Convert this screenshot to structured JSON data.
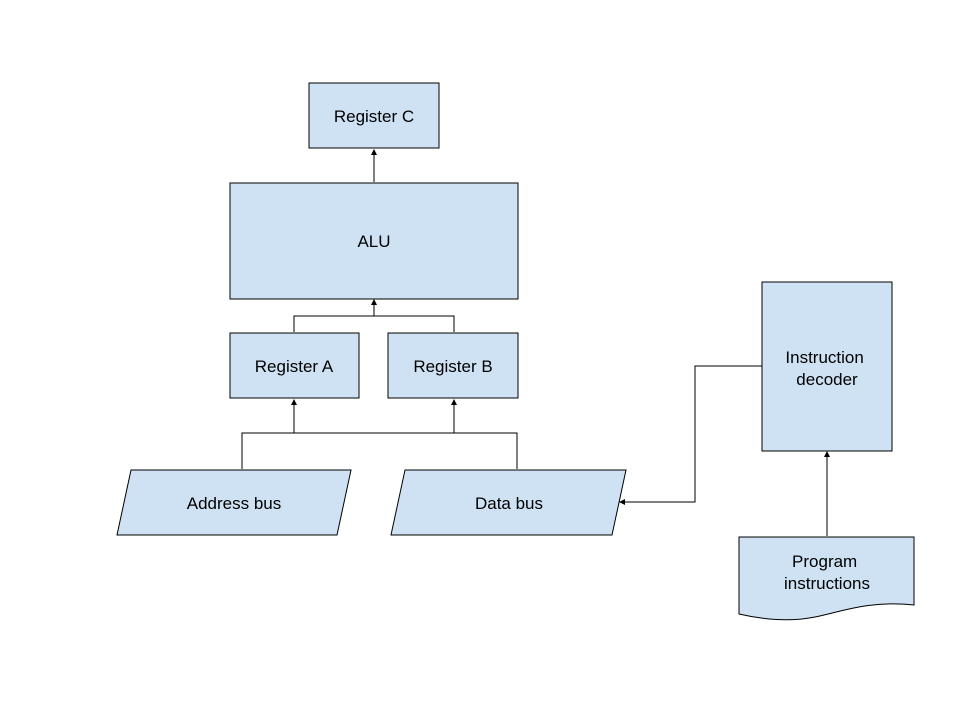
{
  "colors": {
    "node_fill": "#cfe2f3",
    "node_stroke": "#000000",
    "edge": "#000000",
    "text": "#000000"
  },
  "nodes": {
    "register_c": {
      "label": "Register C",
      "shape": "rectangle"
    },
    "alu": {
      "label": "ALU",
      "shape": "rectangle"
    },
    "register_a": {
      "label": "Register A",
      "shape": "rectangle"
    },
    "register_b": {
      "label": "Register B",
      "shape": "rectangle"
    },
    "address_bus": {
      "label": "Address bus",
      "shape": "parallelogram"
    },
    "data_bus": {
      "label": "Data bus",
      "shape": "parallelogram"
    },
    "instruction_decoder": {
      "label_lines": [
        "Instruction",
        "decoder"
      ],
      "shape": "rectangle"
    },
    "program_instructions": {
      "label_lines": [
        "Program",
        "instructions"
      ],
      "shape": "document"
    }
  },
  "edges": [
    {
      "from": "alu",
      "to": "register_c"
    },
    {
      "from": "register_a",
      "to": "alu"
    },
    {
      "from": "register_b",
      "to": "alu"
    },
    {
      "from": "address_bus",
      "to": "register_a"
    },
    {
      "from": "address_bus",
      "to": "register_b"
    },
    {
      "from": "data_bus",
      "to": "register_a"
    },
    {
      "from": "data_bus",
      "to": "register_b"
    },
    {
      "from": "instruction_decoder",
      "to": "data_bus"
    },
    {
      "from": "program_instructions",
      "to": "instruction_decoder"
    }
  ]
}
